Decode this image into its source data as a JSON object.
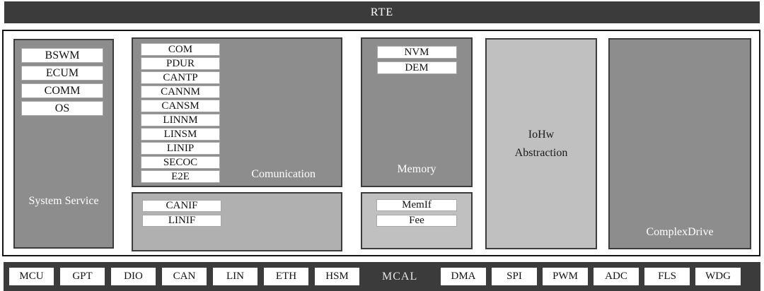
{
  "rte": {
    "label": "RTE"
  },
  "layers": {
    "system_service": {
      "label": "System Service",
      "modules": [
        "BSWM",
        "ECUM",
        "COMM",
        "OS"
      ]
    },
    "communication": {
      "label": "Comunication",
      "modules": [
        "COM",
        "PDUR",
        "CANTP",
        "CANNM",
        "CANSM",
        "LINNM",
        "LINSM",
        "LINIP",
        "SECOC",
        "E2E"
      ],
      "interfaces": [
        "CANIF",
        "LINIF"
      ]
    },
    "memory": {
      "label": "Memory",
      "modules": [
        "NVM",
        "DEM"
      ],
      "interfaces": [
        "MemIf",
        "Fee"
      ]
    },
    "iohw_abstraction": {
      "label": "IoHw\nAbstraction"
    },
    "complex_drive": {
      "label": "ComplexDrive"
    }
  },
  "mcal": {
    "label": "MCAL",
    "left_modules": [
      "MCU",
      "GPT",
      "DIO",
      "CAN",
      "LIN",
      "ETH",
      "HSM"
    ],
    "right_modules": [
      "DMA",
      "SPI",
      "PWM",
      "ADC",
      "FLS",
      "WDG"
    ]
  },
  "colors": {
    "bar_dark": "#3b3b3b",
    "block_gray": "#8d8d8d",
    "block_light_gray": "#b0b0b0",
    "block_lighter_gray": "#c0c0c0",
    "module_bg": "#ffffff",
    "text_light": "#ffffff",
    "text_dark": "#111111"
  }
}
